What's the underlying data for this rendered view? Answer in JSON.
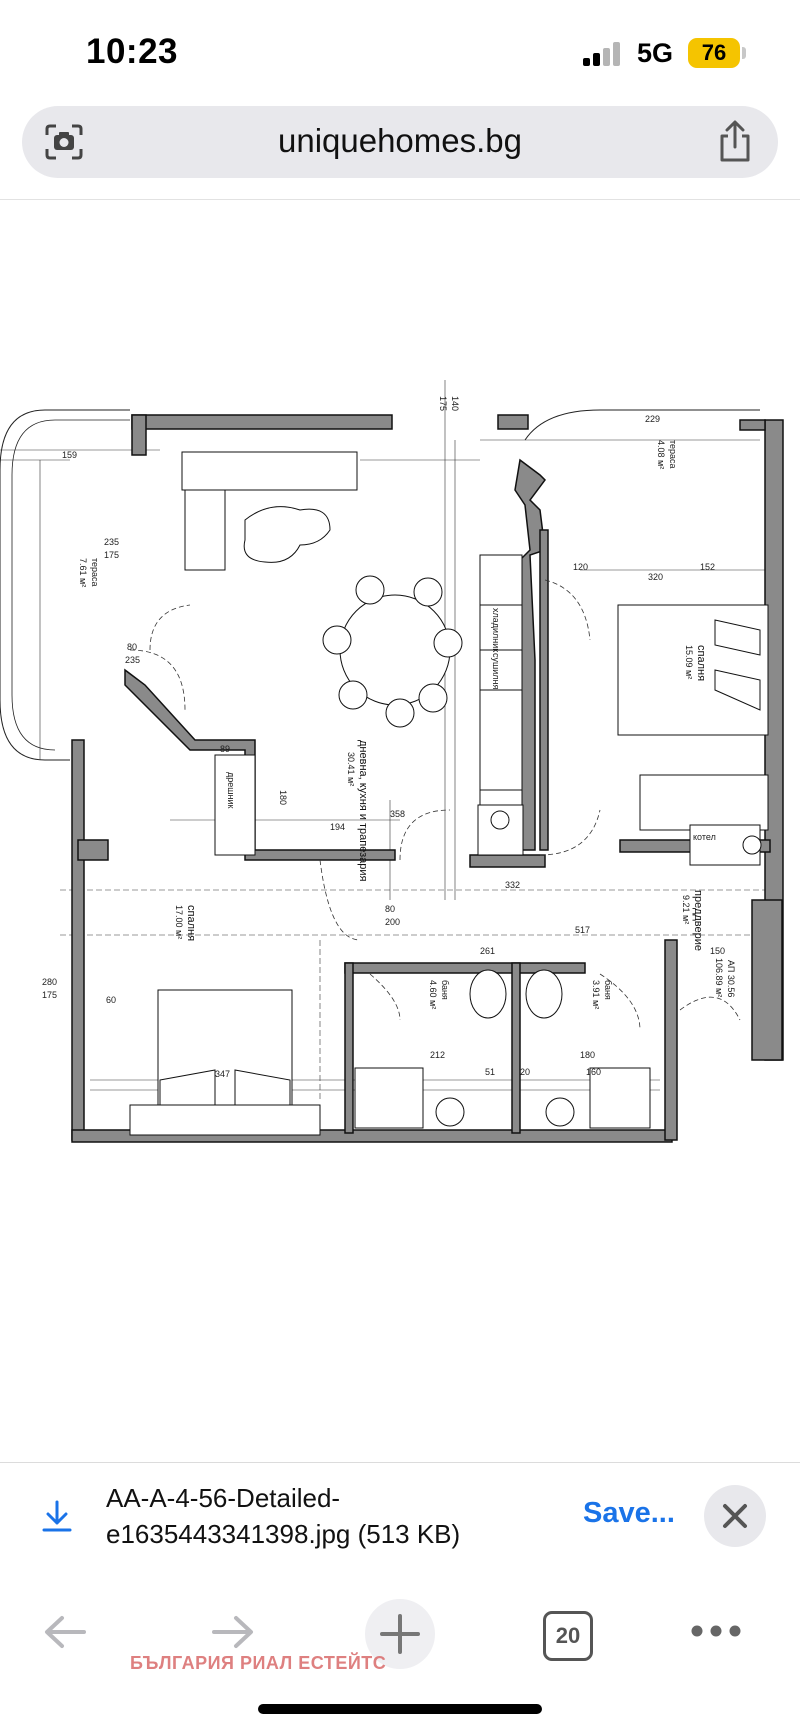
{
  "status_bar": {
    "time": "10:23",
    "network": "5G",
    "battery": "76"
  },
  "browser": {
    "url": "uniquehomes.bg"
  },
  "floor_plan": {
    "rooms": {
      "living": "дневна, кухня и трапезария",
      "living_area": "30.41 м²",
      "terrace_left": "тераса",
      "terrace_left_area": "7.61 м²",
      "terrace_right": "тераса",
      "terrace_right_area": "4.08 м²",
      "bedroom_right": "спалня",
      "bedroom_right_area": "15.09 м²",
      "bedroom_left": "спалня",
      "bedroom_left_area": "17.00 м²",
      "hall": "преддверие",
      "hall_area": "9.21 м²",
      "bath1": "баня",
      "bath1_area": "4.60 м²",
      "bath2": "баня",
      "bath2_area": "3.91 м²",
      "wardrobe": "дрешник",
      "boiler": "котел",
      "apartment": "АП 30.56",
      "apartment_area": "106.89 м²",
      "fridge": "хладилник",
      "dryer": "сушилня"
    },
    "dimensions": [
      "140",
      "175",
      "235",
      "175",
      "80",
      "235",
      "280",
      "175",
      "229",
      "159",
      "120",
      "320",
      "152",
      "332",
      "517",
      "261",
      "150",
      "347",
      "358",
      "194",
      "89",
      "180",
      "200",
      "80",
      "60",
      "212",
      "180",
      "160",
      "51",
      "20"
    ]
  },
  "download": {
    "filename": "AA-A-4-56-Detailed-e1635443341398.jpg (513 KB)",
    "save_label": "Save..."
  },
  "toolbar": {
    "tab_count": "20",
    "watermark": "БЪЛГАРИЯ РИАЛ ЕСТЕЙТС"
  }
}
